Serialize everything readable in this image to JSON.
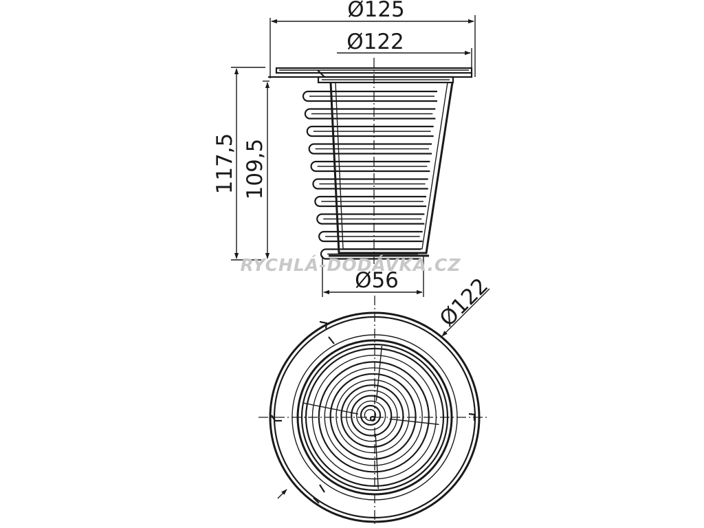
{
  "side_view": {
    "dim_outer_diameter": "Ø125",
    "dim_flange_diameter": "Ø122",
    "dim_total_height": "117,5",
    "dim_basket_height": "109,5",
    "dim_bottom_diameter": "Ø56"
  },
  "top_view": {
    "dim_diameter": "Ø122"
  },
  "watermark": "RYCHLÁ-DODÁVKA.CZ"
}
